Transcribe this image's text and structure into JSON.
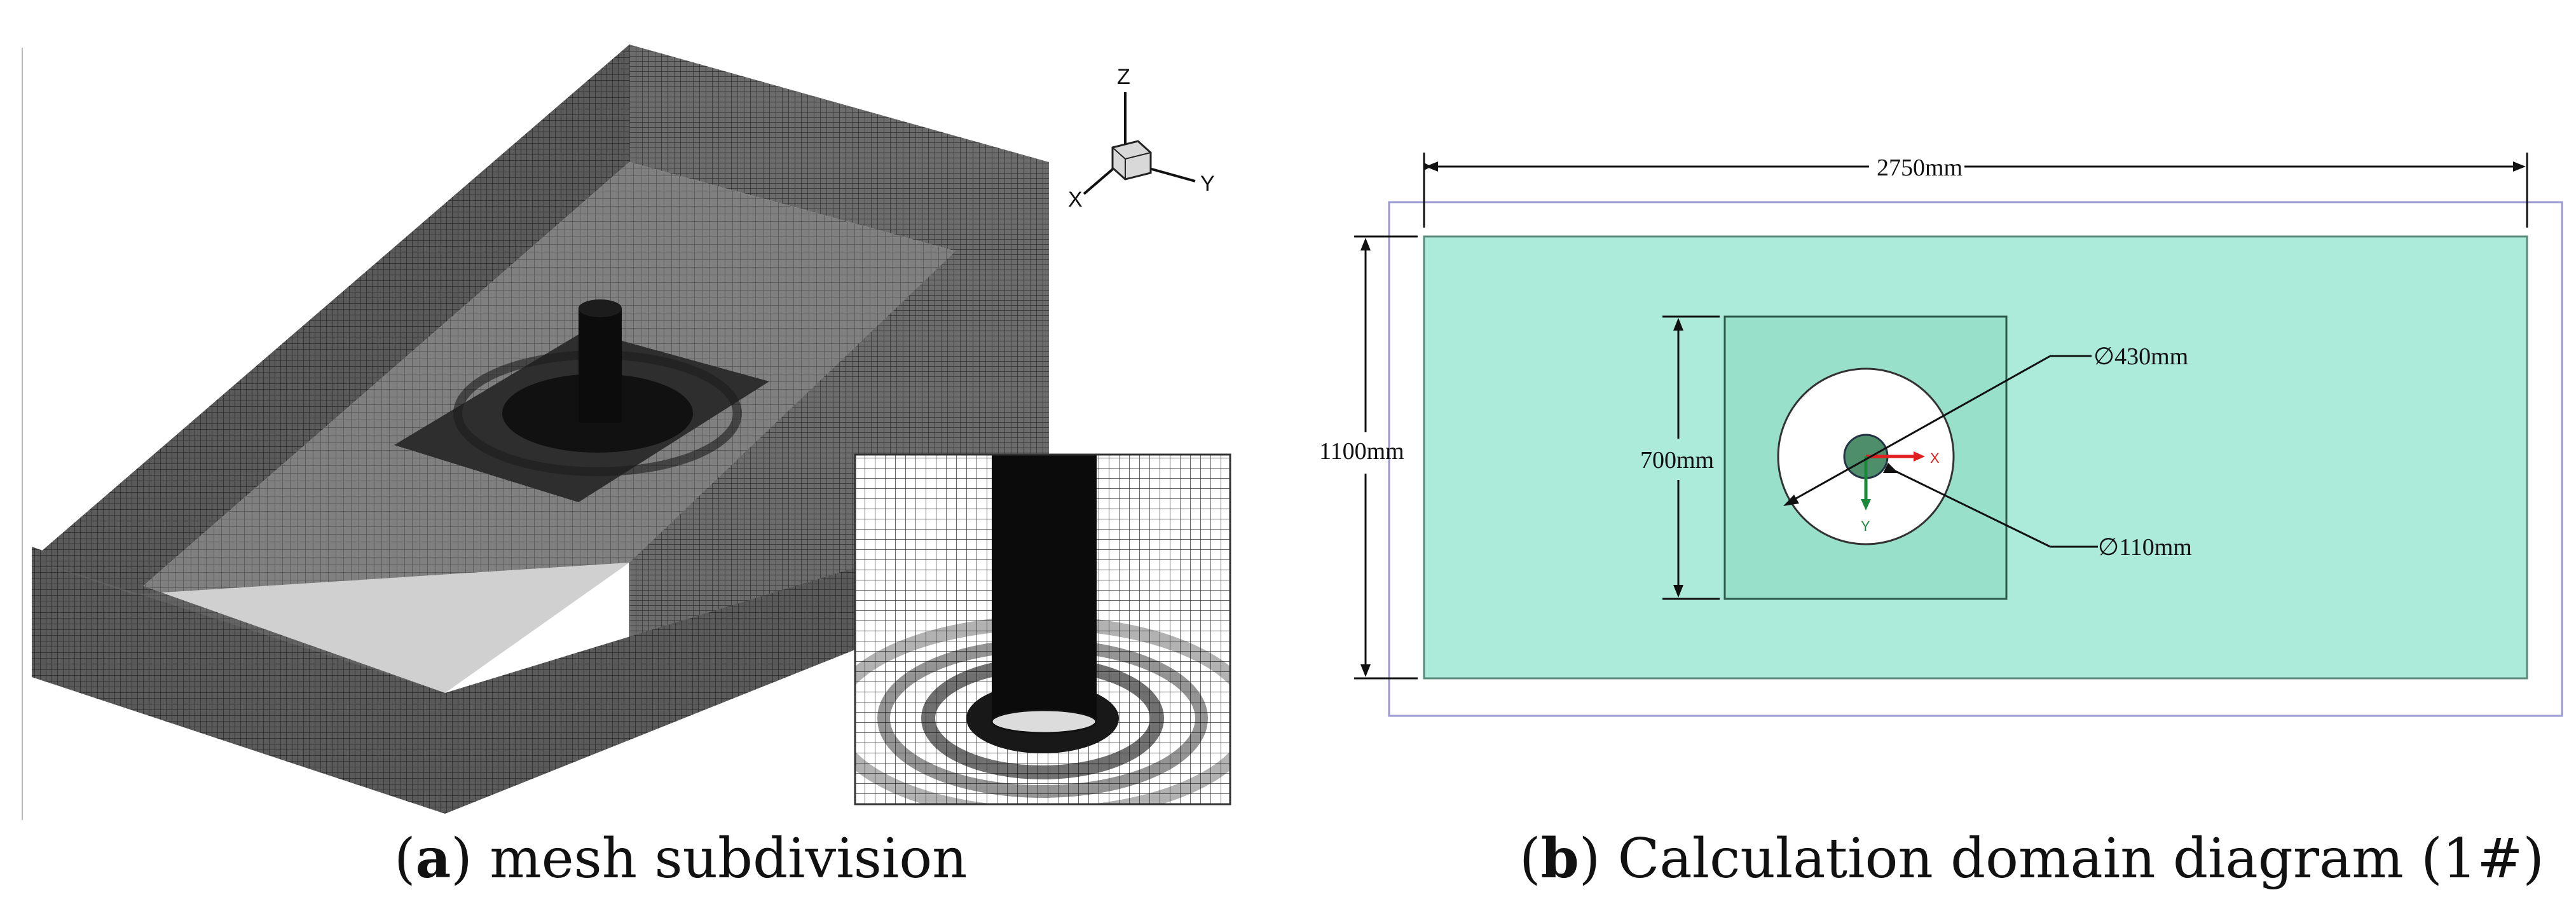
{
  "panel_a": {
    "caption_letter": "a",
    "caption_text": "mesh subdivision",
    "axes": {
      "z": "Z",
      "y": "Y",
      "x": "X"
    }
  },
  "panel_b": {
    "caption_letter": "b",
    "caption_text": "Calculation domain diagram (1#)",
    "dimensions": {
      "length": "2750mm",
      "width": "1100mm",
      "inner_square": "700mm",
      "outer_diameter": "∅430mm",
      "pile_diameter": "∅110mm"
    },
    "local_axes": {
      "x": "X",
      "y": "Y"
    }
  },
  "colors": {
    "domain_fill": "#acebd9",
    "inner_square_fill": "#98e0c9",
    "pile_fill": "#4f8e6a",
    "mesh_dark": "#3a3a3a",
    "mesh_light": "#7a7a7a"
  }
}
